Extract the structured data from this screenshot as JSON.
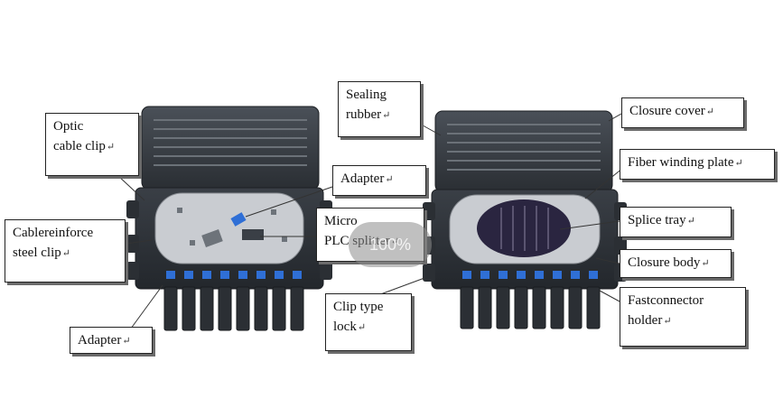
{
  "colors": {
    "body_dark": "#2b2f34",
    "body_mid": "#3c4148",
    "tray_light": "#c9ccd1",
    "connector_blue": "#2f6fd6",
    "tray_dark": "#2a2540"
  },
  "mark": "↵",
  "labels": {
    "optic_cable_clip": [
      "Optic",
      "cable clip"
    ],
    "cable_reinforce": [
      "Cable",
      "reinforce"
    ],
    "steel_clip": "steel clip",
    "adapter_bottom": "Adapter",
    "adapter_top": "Adapter",
    "micro_plc": [
      "Micro",
      "PLC splitter"
    ],
    "clip_type_lock": [
      "Clip type",
      "lock"
    ],
    "sealing_rubber": [
      "Sealing",
      "rubber"
    ],
    "closure_cover": "Closure cover",
    "fiber_winding_plate": "Fiber winding plate",
    "splice_tray": "Splice tray",
    "closure_body": "Closure body",
    "fast_connector": [
      "Fast",
      "connector"
    ],
    "holder": "holder"
  },
  "zoom_level": "100%"
}
